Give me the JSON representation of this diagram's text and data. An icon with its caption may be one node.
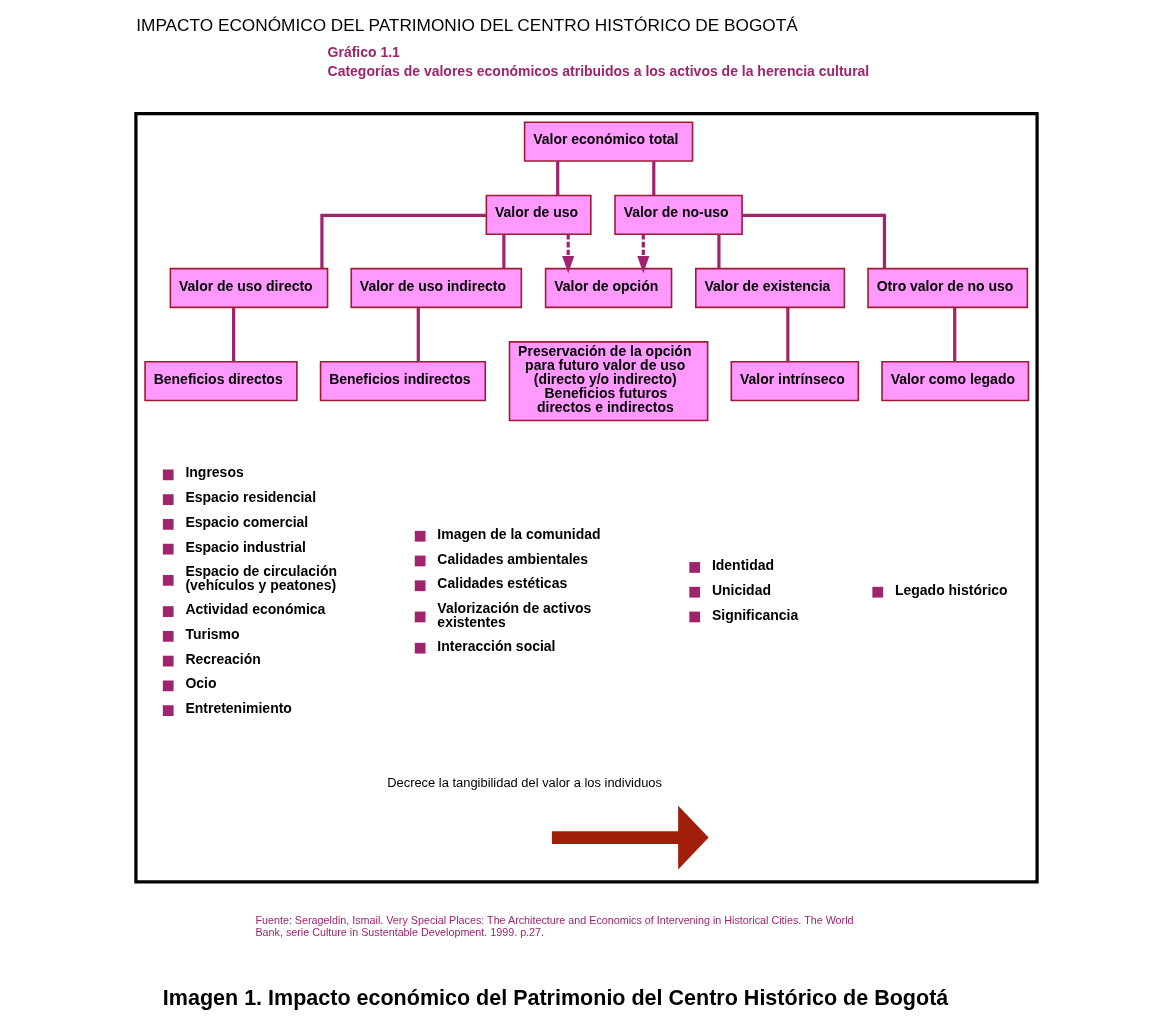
{
  "diagram": {
    "title": "IMPACTO ECONÓMICO DEL PATRIMONIO DEL CENTRO HISTÓRICO DE BOGOTÁ",
    "caption": "Imagen 1. Impacto económico del Patrimonio del Centro Histórico de Bogotá",
    "nodes": [
      {
        "text": [],
        "shape": "box"
      },
      {
        "text": [
          "Valor económico total"
        ],
        "in": 0
      },
      {
        "text": [
          "Valor de uso"
        ],
        "in": 0
      },
      {
        "text": [
          "Valor de no-uso"
        ],
        "in": 0
      },
      {
        "text": [
          "Valor de uso directo"
        ],
        "in": 0
      },
      {
        "text": [
          "Valor de uso indirecto"
        ],
        "in": 0
      },
      {
        "text": [
          "Valor de opción"
        ],
        "in": 0
      },
      {
        "text": [
          "Valor de existencia"
        ],
        "in": 0
      },
      {
        "text": [
          "Otro valor de no uso"
        ],
        "in": 0
      },
      {
        "text": [
          "Beneficios directos"
        ],
        "in": 0
      },
      {
        "text": [
          "Beneficios indirectos"
        ],
        "in": 0
      },
      {
        "text": [
          "Preservación de la opción para futuro valor de uso (directo y/o indirecto) Beneficios futuros directos e indirectos"
        ],
        "in": 0
      },
      {
        "text": [
          "Valor intrínseco"
        ],
        "in": 0
      },
      {
        "text": [
          "Valor como legado"
        ],
        "in": 0
      }
    ],
    "edges": [
      {
        "from": 1,
        "to": 2,
        "arrow": "none"
      },
      {
        "from": 1,
        "to": 3,
        "arrow": "none"
      },
      {
        "from": 2,
        "to": 6,
        "arrow": "to",
        "style": "dashed"
      },
      {
        "from": 3,
        "to": 6,
        "arrow": "to",
        "style": "dashed"
      },
      {
        "from": 2,
        "to": 4,
        "arrow": "none"
      },
      {
        "from": 2,
        "to": 5,
        "arrow": "none"
      },
      {
        "from": 3,
        "to": 7,
        "arrow": "none"
      },
      {
        "from": 3,
        "to": 8,
        "arrow": "none"
      },
      {
        "from": 4,
        "to": 9,
        "arrow": "none"
      },
      {
        "from": 5,
        "to": 10,
        "arrow": "none"
      },
      {
        "from": 7,
        "to": 12,
        "arrow": "none"
      },
      {
        "from": 8,
        "to": 13,
        "arrow": "none"
      }
    ],
    "labels": [
      "Gráfico 1.1",
      "Categorías de valores económicos atribuidos a los activos de la herencia cultural",
      "Ingresos",
      "Espacio residencial",
      "Espacio comercial",
      "Espacio industrial",
      "Espacio de circulación (vehículos y peatones)",
      "Actividad económica",
      "Turismo",
      "Recreación",
      "Ocio",
      "Entretenimiento",
      "Imagen de la comunidad",
      "Calidades ambientales",
      "Calidades estéticas",
      "Valorización de activos existentes",
      "Interacción social",
      "Identidad",
      "Unicidad",
      "Significancia",
      "Legado histórico",
      "Decrece la tangibilidad del valor a los individuos",
      "Fuente: Serageldin, Ismail. Very Special Places: The Architecture and Economics of Intervening in Historical Cities. The World Bank, serie Culture in Sustentable Development. 1999. p.27."
    ]
  }
}
